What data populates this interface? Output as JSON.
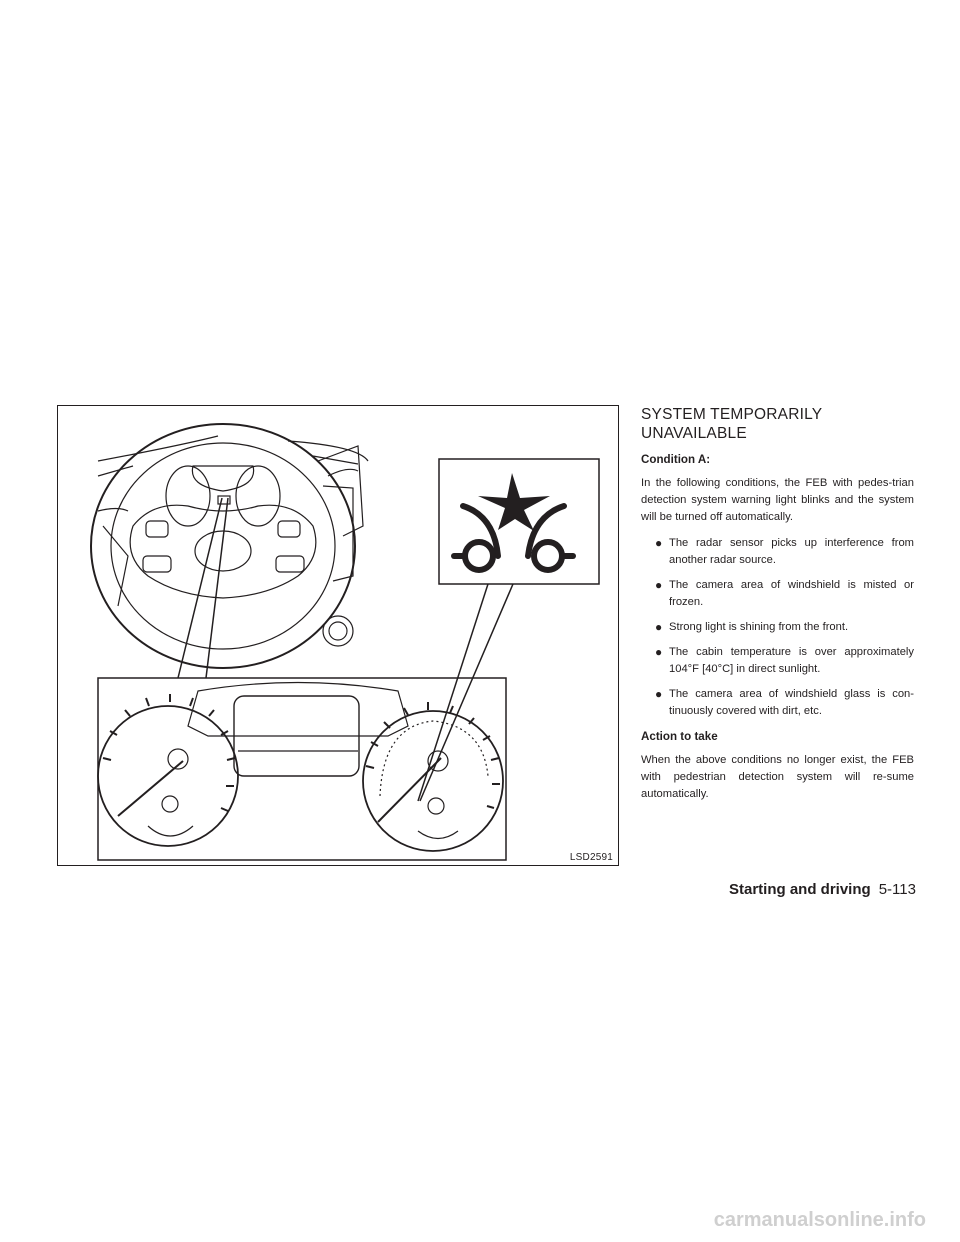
{
  "figure": {
    "code": "LSD2591",
    "warning_icon": "feb-pedestrian-warning-icon"
  },
  "section": {
    "title_line1": "SYSTEM TEMPORARILY",
    "title_line2": "UNAVAILABLE",
    "condition_heading": "Condition A:",
    "intro": "In the following conditions, the FEB with pedes-trian detection system warning light blinks and the system will be turned off automatically.",
    "bullets": [
      "The radar sensor picks up interference from another radar source.",
      "The camera area of windshield is misted or frozen.",
      "Strong light is shining from the front.",
      "The cabin temperature is over approximately 104°F [40°C] in direct sunlight.",
      "The camera area of windshield glass is con-tinuously covered with dirt, etc."
    ],
    "action_heading": "Action to take",
    "action_text": "When the above conditions no longer exist, the FEB with pedestrian detection system will re-sume automatically."
  },
  "footer": {
    "section_name": "Starting and driving",
    "page_number": "5-113"
  },
  "watermark": "carmanualsonline.info",
  "bullet_glyph": "●"
}
